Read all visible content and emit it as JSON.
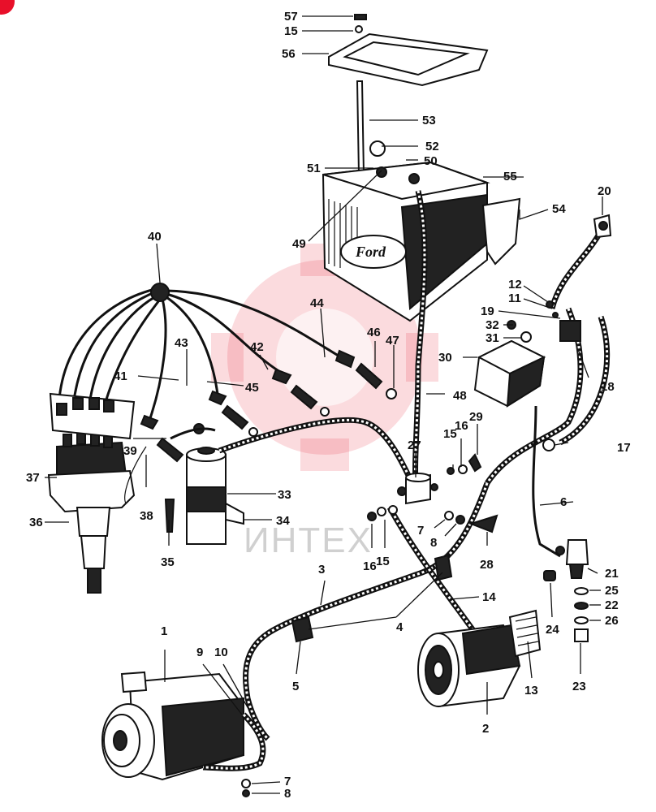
{
  "watermark": {
    "text": "ИНТЕХ",
    "color": "#e8364a"
  },
  "corner_badge_color": "#e8102a",
  "labels": {
    "l1": "1",
    "l2": "2",
    "l3": "3",
    "l4": "4",
    "l5": "5",
    "l6": "6",
    "l7a": "7",
    "l7b": "7",
    "l8a": "8",
    "l8b": "8",
    "l9": "9",
    "l10": "10",
    "l11": "11",
    "l12": "12",
    "l13": "13",
    "l14": "14",
    "l15a": "15",
    "l15b": "15",
    "l15c": "15",
    "l16a": "16",
    "l16b": "16",
    "l17": "17",
    "l18": "18",
    "l19": "19",
    "l20": "20",
    "l21": "21",
    "l22": "22",
    "l23": "23",
    "l24": "24",
    "l25": "25",
    "l26": "26",
    "l27": "27",
    "l28": "28",
    "l29": "29",
    "l30": "30",
    "l31": "31",
    "l32": "32",
    "l33": "33",
    "l34": "34",
    "l35": "35",
    "l36": "36",
    "l37": "37",
    "l38": "38",
    "l39": "39",
    "l40": "40",
    "l41": "41",
    "l42": "42",
    "l43": "43",
    "l44": "44",
    "l45": "45",
    "l46": "46",
    "l47": "47",
    "l48": "48",
    "l49": "49",
    "l50": "50",
    "l51": "51",
    "l52": "52",
    "l53": "53",
    "l54": "54",
    "l55": "55",
    "l56": "56",
    "l57": "57"
  },
  "battery_logo": "Ford"
}
